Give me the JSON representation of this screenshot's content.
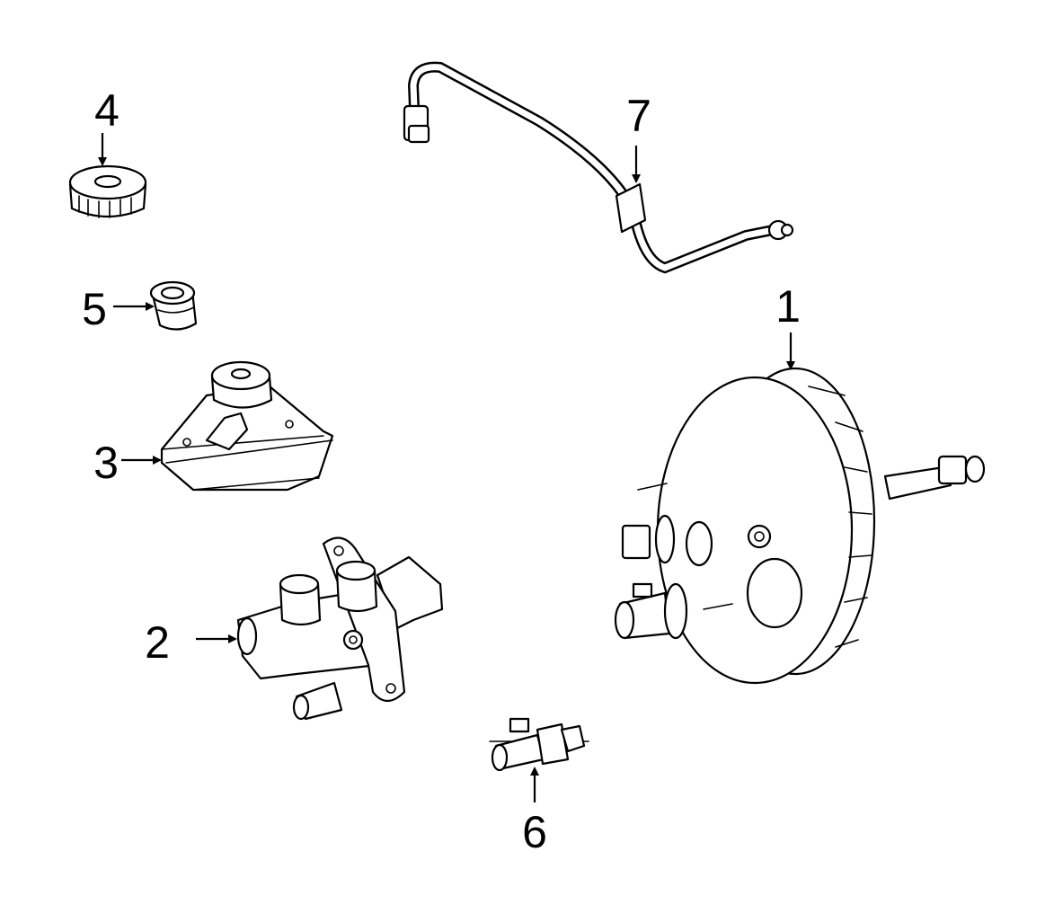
{
  "diagram": {
    "callouts": [
      {
        "number": "1",
        "part": "brake-booster"
      },
      {
        "number": "2",
        "part": "master-cylinder"
      },
      {
        "number": "3",
        "part": "fluid-reservoir"
      },
      {
        "number": "4",
        "part": "reservoir-cap"
      },
      {
        "number": "5",
        "part": "reservoir-grommet"
      },
      {
        "number": "6",
        "part": "vacuum-check-valve"
      },
      {
        "number": "7",
        "part": "vacuum-hose"
      }
    ]
  }
}
